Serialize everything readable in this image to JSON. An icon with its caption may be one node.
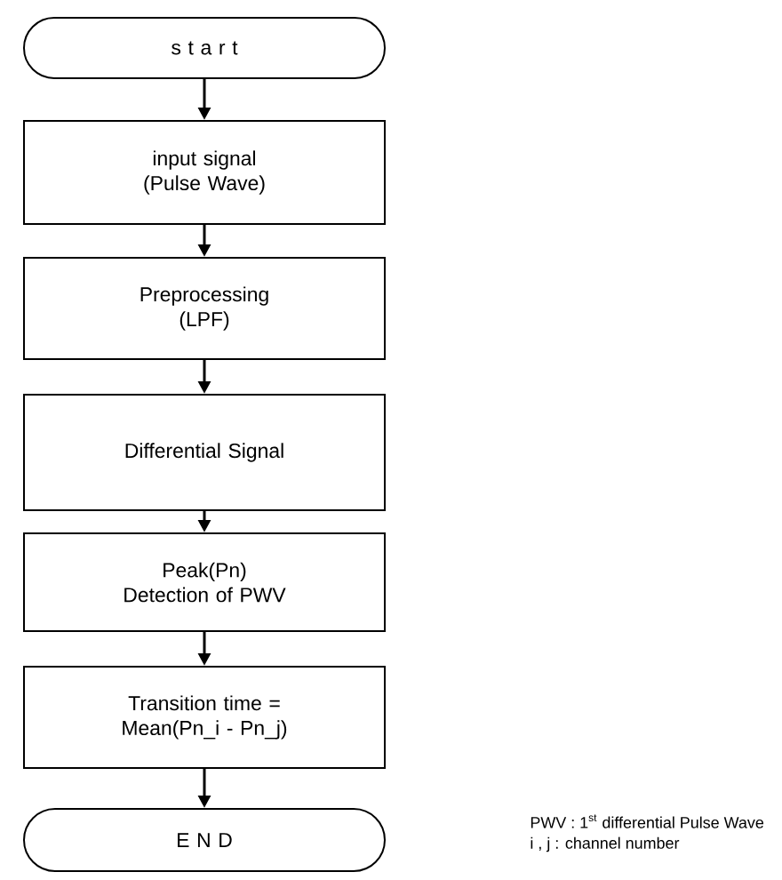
{
  "diagram": {
    "nodes": [
      {
        "text": [
          "s t a r t"
        ]
      },
      {
        "text": [
          "input signal (Pulse Wave)"
        ]
      },
      {
        "text": [
          "Preprocessing (LPF)"
        ]
      },
      {
        "text": [
          "Differential Signal"
        ]
      },
      {
        "text": [
          "Peak(Pn)  Detection of PWV"
        ]
      },
      {
        "text": [
          "Transition time = Mean(Pn_i - Pn_j)"
        ]
      },
      {
        "text": [
          "E N D"
        ]
      }
    ],
    "edges": [
      {
        "from": 0,
        "to": 1,
        "arrow": "to"
      },
      {
        "from": 1,
        "to": 2,
        "arrow": "to"
      },
      {
        "from": 2,
        "to": 3,
        "arrow": "to"
      },
      {
        "from": 3,
        "to": 4,
        "arrow": "to"
      },
      {
        "from": 4,
        "to": 5,
        "arrow": "to"
      },
      {
        "from": 5,
        "to": 6,
        "arrow": "to"
      }
    ],
    "labels": [
      "PWV : 1$^{st}$ differential Pulse Wave",
      "i , j : channel number"
    ]
  }
}
